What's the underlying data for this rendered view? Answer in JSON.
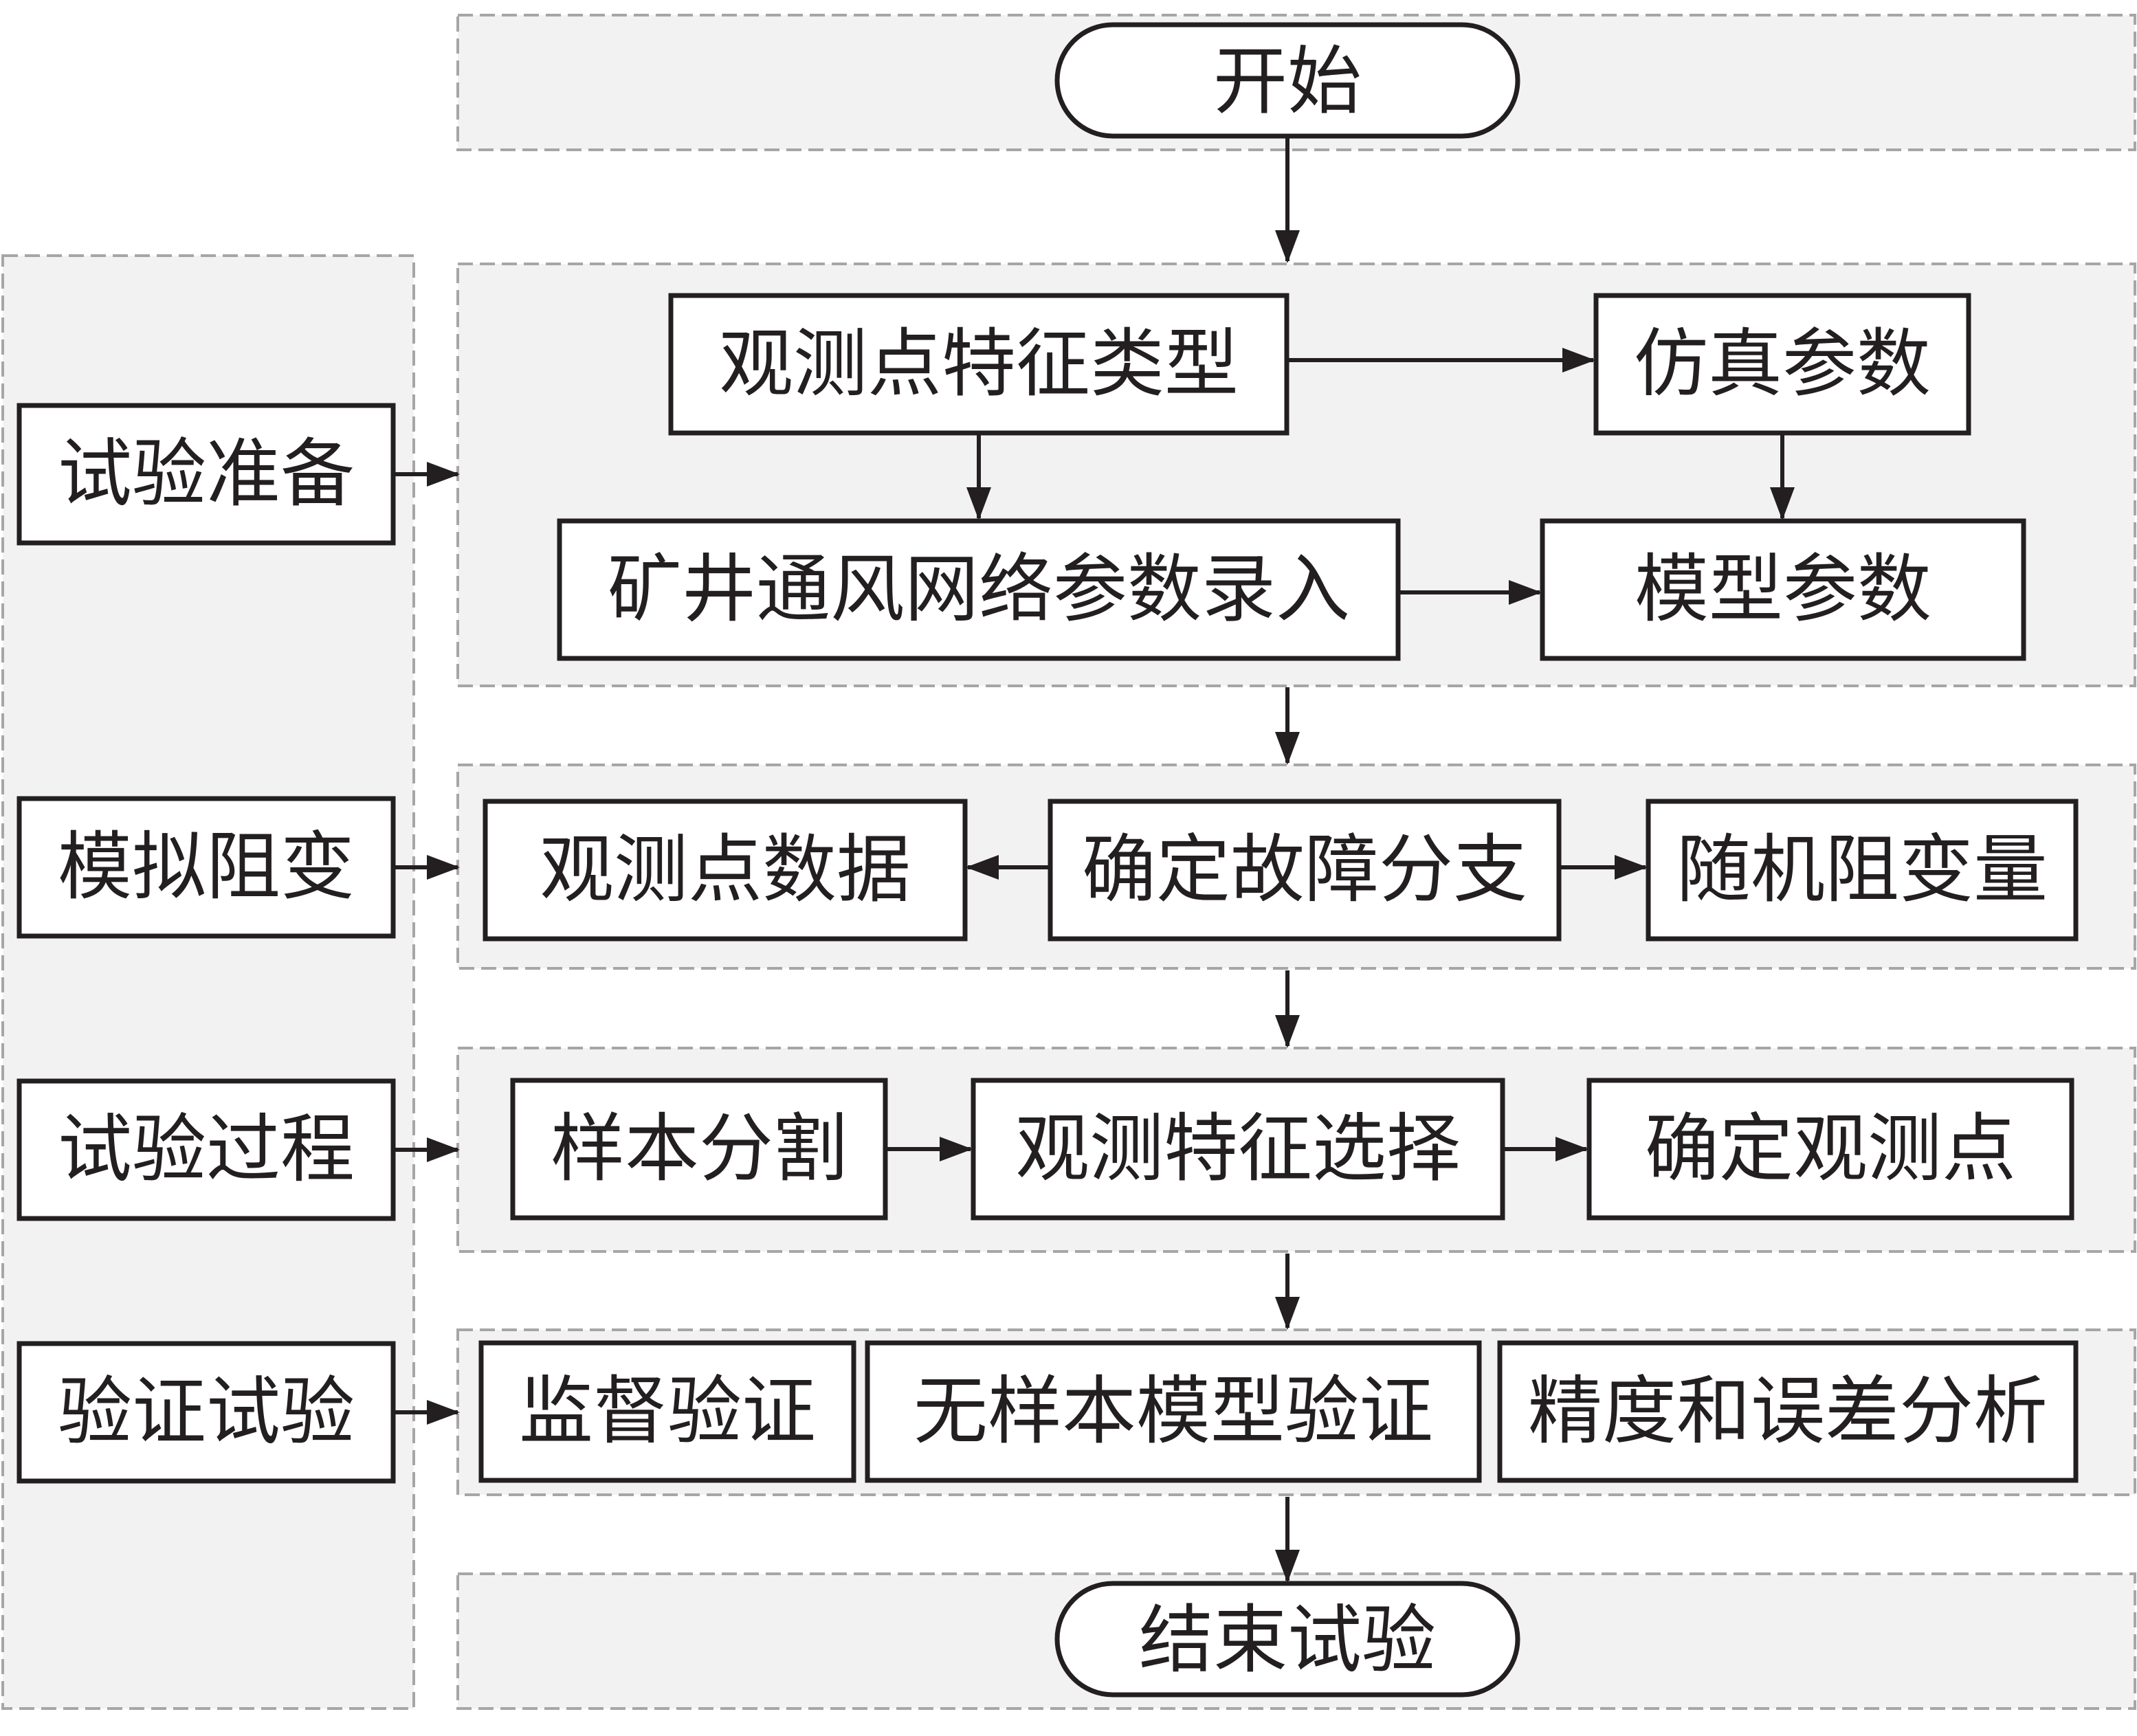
{
  "diagram": {
    "start": "开始",
    "end": "结束试验",
    "stages": {
      "prep": "试验准备",
      "sim": "模拟阻变",
      "process": "试验过程",
      "verify": "验证试验"
    },
    "prep": {
      "obs_feature_type": "观测点特征类型",
      "sim_params": "仿真参数",
      "network_input": "矿井通风网络参数录入",
      "model_params": "模型参数"
    },
    "sim": {
      "obs_data": "观测点数据",
      "fault_branch": "确定故障分支",
      "random_resistance": "随机阻变量"
    },
    "process": {
      "sample_split": "样本分割",
      "feature_select": "观测特征选择",
      "determine_points": "确定观测点"
    },
    "verify": {
      "supervised": "监督验证",
      "unsupervised": "无样本模型验证",
      "accuracy": "精度和误差分析"
    }
  }
}
